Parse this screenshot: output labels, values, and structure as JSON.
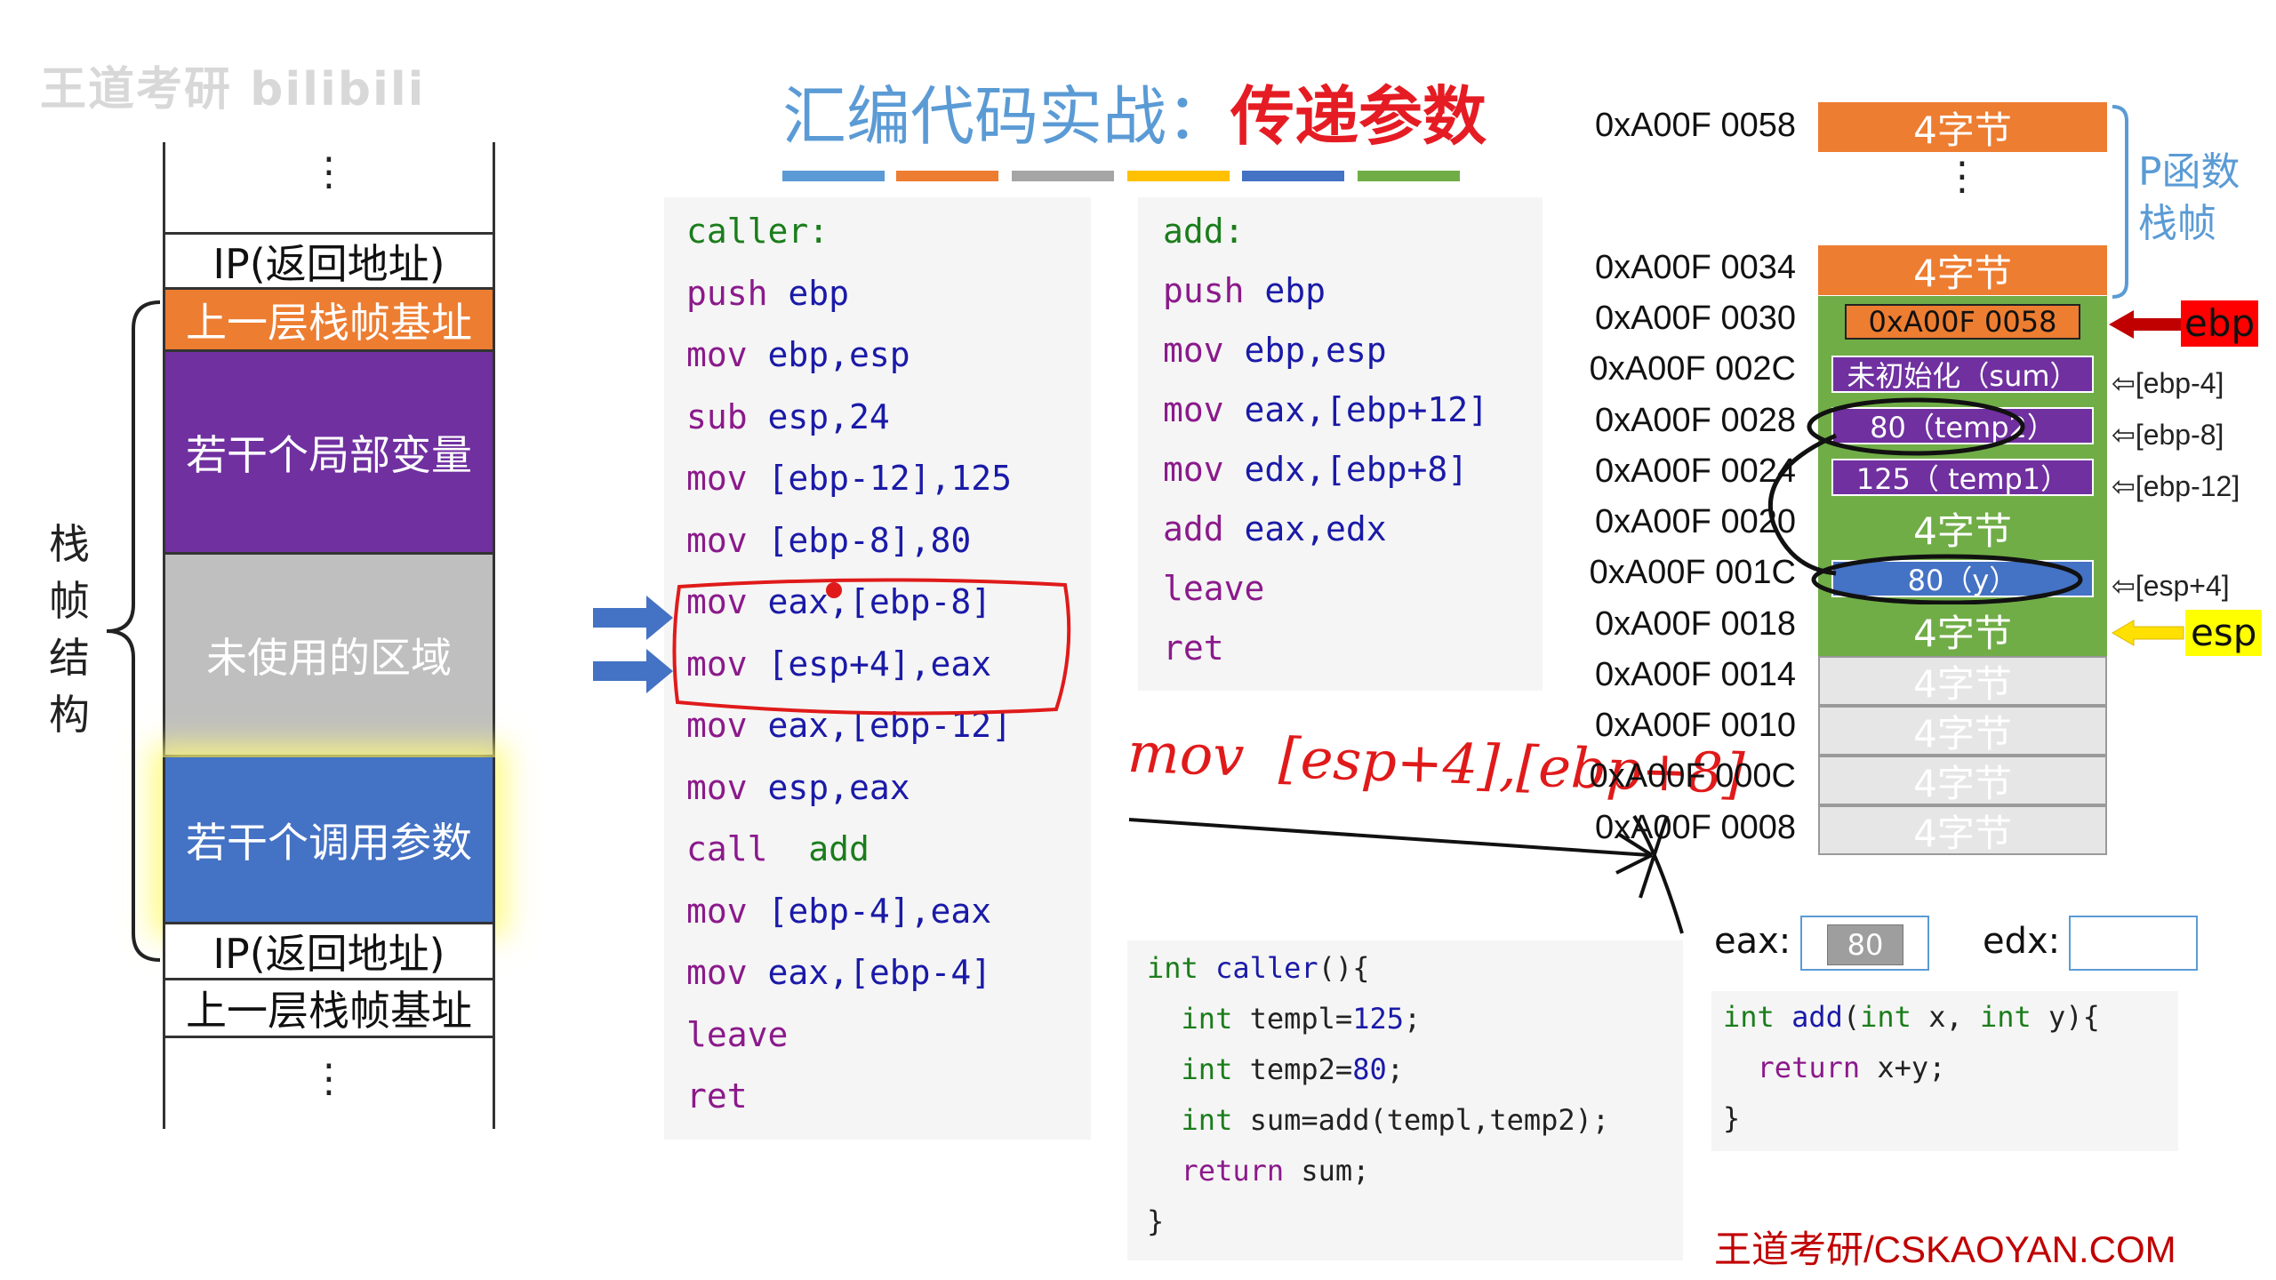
{
  "watermark": "王道考研 bilibili",
  "title": {
    "part1": "汇编代码实战：",
    "part2": "传递参数"
  },
  "title_bar_colors": [
    "#5b9bd5",
    "#ed7d31",
    "#a5a5a5",
    "#ffc000",
    "#4472c4",
    "#70ad47"
  ],
  "stack_frame": {
    "label": "栈帧结构",
    "cells": [
      {
        "text": "IP(返回地址)",
        "bg": "#ffffff",
        "color": "#111111"
      },
      {
        "text": "上一层栈帧基址",
        "bg": "#ed7d31",
        "color": "#ffffff"
      },
      {
        "text": "若干个局部变量",
        "bg": "#7030a0",
        "color": "#ffffff"
      },
      {
        "text": "未使用的区域",
        "bg": "#bfbfbf",
        "color": "#ffffff"
      },
      {
        "text": "若干个调用参数",
        "bg": "#4472c4",
        "color": "#ffffff"
      },
      {
        "text": "IP(返回地址)",
        "bg": "#ffffff",
        "color": "#111111"
      },
      {
        "text": "上一层栈帧基址",
        "bg": "#ffffff",
        "color": "#111111"
      }
    ],
    "dots": "⋮"
  },
  "caller_asm": [
    {
      "op": "caller:",
      "args": ""
    },
    {
      "op": "push",
      "args": " ebp"
    },
    {
      "op": "mov",
      "args": " ebp,esp"
    },
    {
      "op": "sub",
      "args": " esp,24"
    },
    {
      "op": "mov",
      "args": " [ebp-12],125"
    },
    {
      "op": "mov",
      "args": " [ebp-8],80"
    },
    {
      "op": "mov",
      "args": " eax,[ebp-8]"
    },
    {
      "op": "mov",
      "args": " [esp+4],eax"
    },
    {
      "op": "mov",
      "args": " eax,[ebp-12]"
    },
    {
      "op": "mov",
      "args": " esp,eax"
    },
    {
      "op": "call",
      "args": "  add"
    },
    {
      "op": "mov",
      "args": " [ebp-4],eax"
    },
    {
      "op": "mov",
      "args": " eax,[ebp-4]"
    },
    {
      "op": "leave",
      "args": ""
    },
    {
      "op": "ret",
      "args": ""
    }
  ],
  "add_asm": [
    {
      "op": "add:",
      "args": ""
    },
    {
      "op": "push",
      "args": " ebp"
    },
    {
      "op": "mov",
      "args": " ebp,esp"
    },
    {
      "op": "mov",
      "args": " eax,[ebp+12]"
    },
    {
      "op": "mov",
      "args": " edx,[ebp+8]"
    },
    {
      "op": "add",
      "args": " eax,edx"
    },
    {
      "op": "leave",
      "args": ""
    },
    {
      "op": "ret",
      "args": ""
    }
  ],
  "handwriting": "mov  [esp+4],[ebp+8]",
  "caller_c": {
    "l1": {
      "type": "int",
      "name": " caller",
      "rest": "(){"
    },
    "l2": {
      "type": "int",
      "rest": " templ=",
      "num": "125",
      "end": ";"
    },
    "l3": {
      "type": "int",
      "rest": " temp2=",
      "num": "80",
      "end": ";"
    },
    "l4": {
      "type": "int",
      "rest": " sum=add(templ,temp2);"
    },
    "l5": {
      "kw": "return",
      "rest": " sum;"
    },
    "l6": "}"
  },
  "add_c": {
    "l1": {
      "type": "int",
      "name": " add",
      "p1": "(",
      "type2": "int",
      "p2": " x, ",
      "type3": "int",
      "p3": " y){"
    },
    "l2": {
      "kw": "return",
      "rest": " x+y;"
    },
    "l3": "}"
  },
  "memory": {
    "addresses": [
      "0xA00F 0058",
      "0xA00F 0034",
      "0xA00F 0030",
      "0xA00F 002C",
      "0xA00F 0028",
      "0xA00F 0024",
      "0xA00F 0020",
      "0xA00F 001C",
      "0xA00F 0018",
      "0xA00F 0014",
      "0xA00F 0010",
      "0xA00F 000C",
      "0xA00F 0008"
    ],
    "top_cell": "4字节",
    "cell_0034": "4字节",
    "cell_0030": "0xA00F 0058",
    "cell_002C": "未初始化（sum）",
    "cell_0028": "80（temp2）",
    "cell_0024": "125（ temp1）",
    "cell_0020": "4字节",
    "cell_001C": "80（y）",
    "cell_0018": "4字节",
    "cell_grey": [
      "4字节",
      "4字节",
      "4字节",
      "4字节"
    ],
    "frame_label": "P函数栈帧",
    "side_labels": [
      "[ebp-4]",
      "[ebp-8]",
      "[ebp-12]",
      "[esp+4]"
    ],
    "ebp_label": "ebp",
    "esp_label": "esp",
    "colors": {
      "orange": "#ed7d31",
      "green": "#70ad47",
      "purple": "#7030a0",
      "blue": "#4472c4",
      "grey": "#e7e6e6",
      "ebp": "#ff0000",
      "esp": "#ffff00"
    }
  },
  "registers": {
    "eax_label": "eax:",
    "eax_value": "80",
    "edx_label": "edx:",
    "edx_value": ""
  },
  "footer": "王道考研/CSKAOYAN.COM"
}
